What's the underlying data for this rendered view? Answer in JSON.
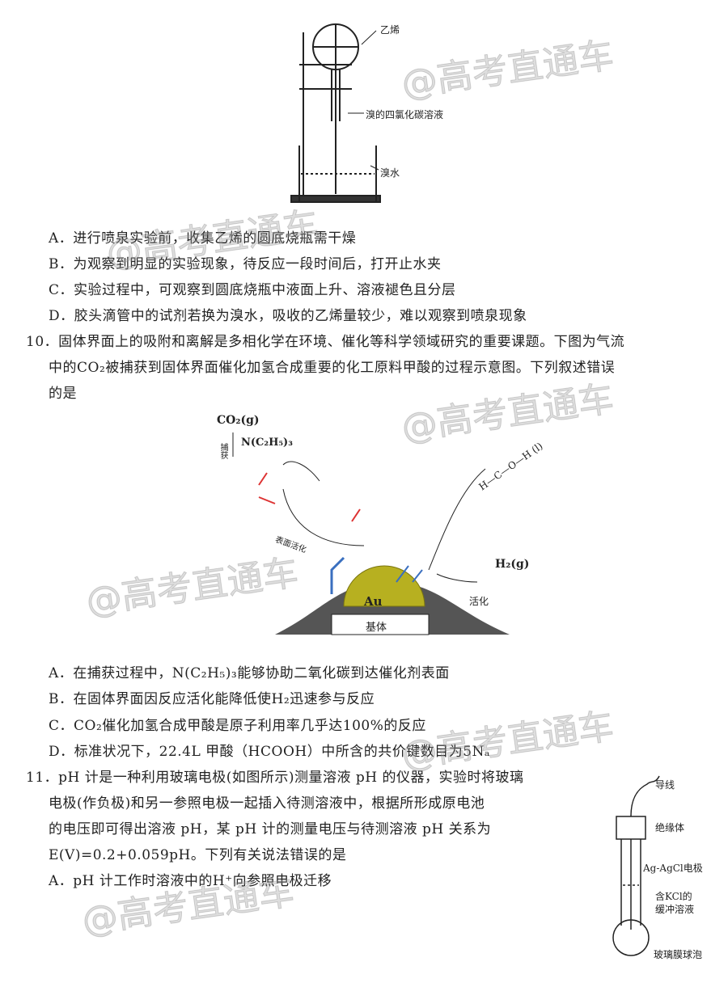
{
  "fig1": {
    "label_ethylene": "乙烯",
    "label_br_ccl4": "溴的四氯化碳溶液",
    "label_br_water": "溴水"
  },
  "q9_options": [
    "A．进行喷泉实验前，收集乙烯的圆底烧瓶需干燥",
    "B．为观察到明显的实验现象，待反应一段时间后，打开止水夹",
    "C．实验过程中，可观察到圆底烧瓶中液面上升、溶液褪色且分层",
    "D．胶头滴管中的试剂若换为溴水，吸收的乙烯量较少，难以观察到喷泉现象"
  ],
  "q10": {
    "lines": [
      "10．固体界面上的吸附和离解是多相化学在环境、催化等科学领域研究的重要课题。下图为气流",
      "中的CO₂被捕获到固体界面催化加氢合成重要的化工原料甲酸的过程示意图。下列叙述错误",
      "的是"
    ],
    "options": [
      "A．在捕获过程中，N(C₂H₅)₃能够协助二氧化碳到达催化剂表面",
      "B．在固体界面因反应活化能降低使H₂迅速参与反应",
      "C．CO₂催化加氢合成甲酸是原子利用率几乎达100%的反应",
      "D．标准状况下，22.4L 甲酸（HCOOH）中所含的共价键数目为5Nₐ"
    ]
  },
  "fig2": {
    "co2": "CO₂(g)",
    "amine": "N(C₂H₅)₃",
    "capture": "捕获",
    "surface_activation": "表面活化",
    "h2": "H₂(g)",
    "activation": "活化",
    "au": "Au",
    "substrate": "基体",
    "formic": "H—C—O—H (l)"
  },
  "q11": {
    "lines": [
      "11．pH 计是一种利用玻璃电极(如图所示)测量溶液 pH 的仪器，实验时将玻璃",
      "电极(作负极)和另一参照电极一起插入待测溶液中，根据所形成原电池",
      "的电压即可得出溶液 pH，某 pH 计的测量电压与待测溶液 pH 关系为",
      "E(V)=0.2+0.059pH。下列有关说法错误的是",
      "A．pH 计工作时溶液中的H⁺向参照电极迁移"
    ]
  },
  "fig3": {
    "wire": "导线",
    "insulator": "绝缘体",
    "electrode": "Ag-AgCl电极",
    "buffer1": "含KCl的",
    "buffer2": "缓冲溶液",
    "bulb": "玻璃膜球泡"
  },
  "watermark": "@高考直通车"
}
